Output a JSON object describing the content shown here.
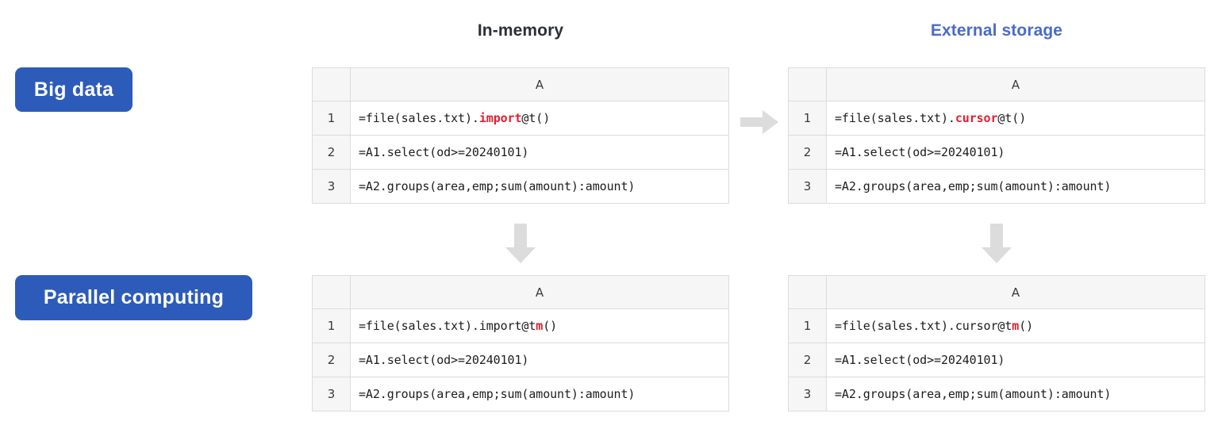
{
  "headings": {
    "in_memory": "In-memory",
    "external_storage": "External storage",
    "in_memory_color": "#2b2f38",
    "external_storage_color": "#4a6bc8"
  },
  "badges": {
    "big_data": "Big data",
    "parallel_computing": "Parallel computing",
    "background_color": "#2d5bb9",
    "text_color": "#ffffff"
  },
  "highlight_color": "#e0202e",
  "arrow_color": "#dcdcdc",
  "sheets": {
    "big_data_in_memory": {
      "column_header": "A",
      "rows": [
        {
          "num": "1",
          "pre": "=file(sales.txt).",
          "hl": "import",
          "post": "@t()"
        },
        {
          "num": "2",
          "pre": "=A1.select(od>=20240101)",
          "hl": "",
          "post": ""
        },
        {
          "num": "3",
          "pre": "=A2.groups(area,emp;sum(amount):amount)",
          "hl": "",
          "post": ""
        }
      ]
    },
    "big_data_external": {
      "column_header": "A",
      "rows": [
        {
          "num": "1",
          "pre": "=file(sales.txt).",
          "hl": "cursor",
          "post": "@t()"
        },
        {
          "num": "2",
          "pre": "=A1.select(od>=20240101)",
          "hl": "",
          "post": ""
        },
        {
          "num": "3",
          "pre": "=A2.groups(area,emp;sum(amount):amount)",
          "hl": "",
          "post": ""
        }
      ]
    },
    "parallel_in_memory": {
      "column_header": "A",
      "rows": [
        {
          "num": "1",
          "pre": "=file(sales.txt).import@t",
          "hl": "m",
          "post": "()"
        },
        {
          "num": "2",
          "pre": "=A1.select(od>=20240101)",
          "hl": "",
          "post": ""
        },
        {
          "num": "3",
          "pre": "=A2.groups(area,emp;sum(amount):amount)",
          "hl": "",
          "post": ""
        }
      ]
    },
    "parallel_external": {
      "column_header": "A",
      "rows": [
        {
          "num": "1",
          "pre": "=file(sales.txt).cursor@t",
          "hl": "m",
          "post": "()"
        },
        {
          "num": "2",
          "pre": "=A1.select(od>=20240101)",
          "hl": "",
          "post": ""
        },
        {
          "num": "3",
          "pre": "=A2.groups(area,emp;sum(amount):amount)",
          "hl": "",
          "post": ""
        }
      ]
    }
  },
  "arrows": {
    "big_data_to_external": "arrow-right",
    "in_memory_to_parallel": "arrow-down",
    "external_to_parallel": "arrow-down"
  }
}
